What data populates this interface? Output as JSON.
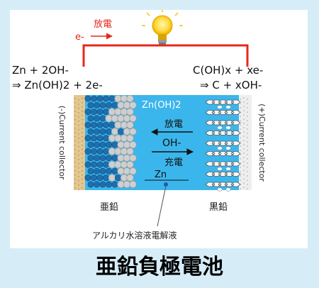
{
  "circuit": {
    "discharge_label": "放電",
    "electron_label": "e-"
  },
  "left_reaction": {
    "line1": "Zn + 2OH-",
    "line2": "⇒ Zn(OH)2 + 2e-"
  },
  "right_reaction": {
    "line1": "C(OH)x + xe-",
    "line2": "⇒ C + xOH-"
  },
  "cell": {
    "product_label": "Zn(OH)2",
    "discharge_label": "放電",
    "ion_label": "OH-",
    "charge_label": "充電",
    "zn_label": "Zn",
    "left_collector": "(-)Current collector",
    "right_collector": "(+)Current collector"
  },
  "labels": {
    "zinc": "亜鉛",
    "graphite": "黒鉛",
    "electrolyte": "アルカリ水溶液電解液"
  },
  "title": "亜鉛負極電池",
  "colors": {
    "electrolyte": "#3bb6ec",
    "circuit_wire": "#e8261a",
    "zinc_dark": "#1f6fae",
    "zinc_light": "#cfcfcf",
    "background": "#d6edf8"
  }
}
